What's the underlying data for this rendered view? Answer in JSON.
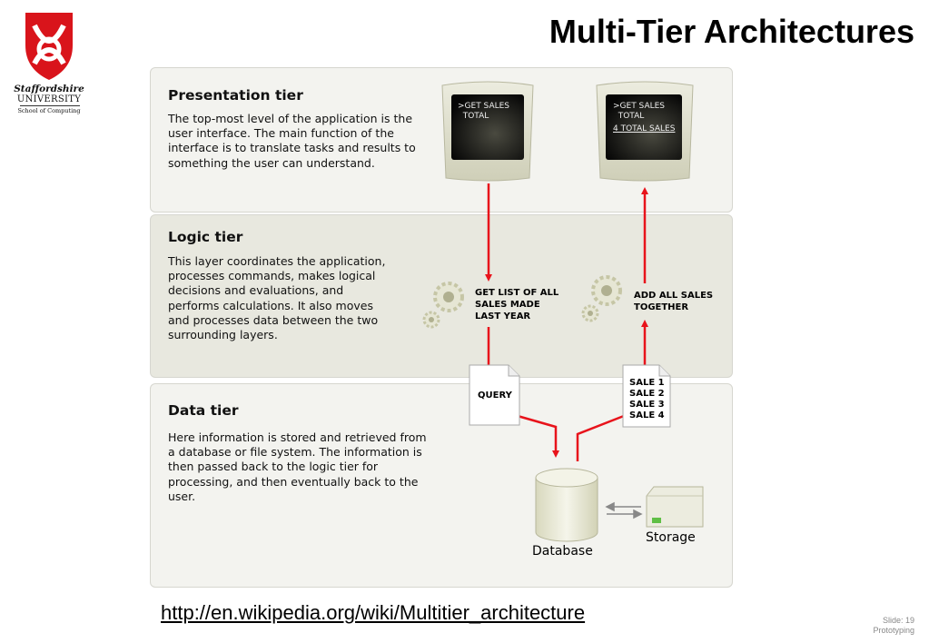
{
  "title": "Multi-Tier Architectures",
  "logo": {
    "name": "Staffordshire",
    "line2": "UNIVERSITY",
    "line3": "School of Computing"
  },
  "tiers": [
    {
      "heading": "Presentation tier",
      "description": "The top-most level of the application is the user interface. The main function of the interface is to translate tasks and results to something the user can understand."
    },
    {
      "heading": "Logic tier",
      "description": "This layer coordinates the application, processes commands, makes logical decisions and evaluations, and performs calculations.  It also moves and processes data between the two surrounding layers."
    },
    {
      "heading": "Data tier",
      "description": "Here information is stored and retrieved from a database or file system.  The information is then passed back to the logic tier for processing, and then eventually back to the user."
    }
  ],
  "screens": {
    "left": ">GET SALES\n  TOTAL",
    "right_line1": ">GET SALES\n  TOTAL",
    "right_line2": "4 TOTAL SALES"
  },
  "logic_labels": {
    "left": "GET LIST OF ALL\nSALES MADE\nLAST YEAR",
    "right": "ADD ALL SALES\nTOGETHER"
  },
  "documents": {
    "query": "QUERY",
    "sales": "SALE 1\nSALE 2\nSALE 3\nSALE 4"
  },
  "storage_labels": {
    "database": "Database",
    "storage": "Storage"
  },
  "colors": {
    "arrow": "#e8131b",
    "panel_light": "#f3f3ef",
    "panel_dark": "#e8e8df",
    "logo_red": "#d9141b"
  },
  "footer": {
    "link": "http://en.wikipedia.org/wiki/Multitier_architecture",
    "slide": "Slide: 19",
    "section": "Prototyping"
  }
}
